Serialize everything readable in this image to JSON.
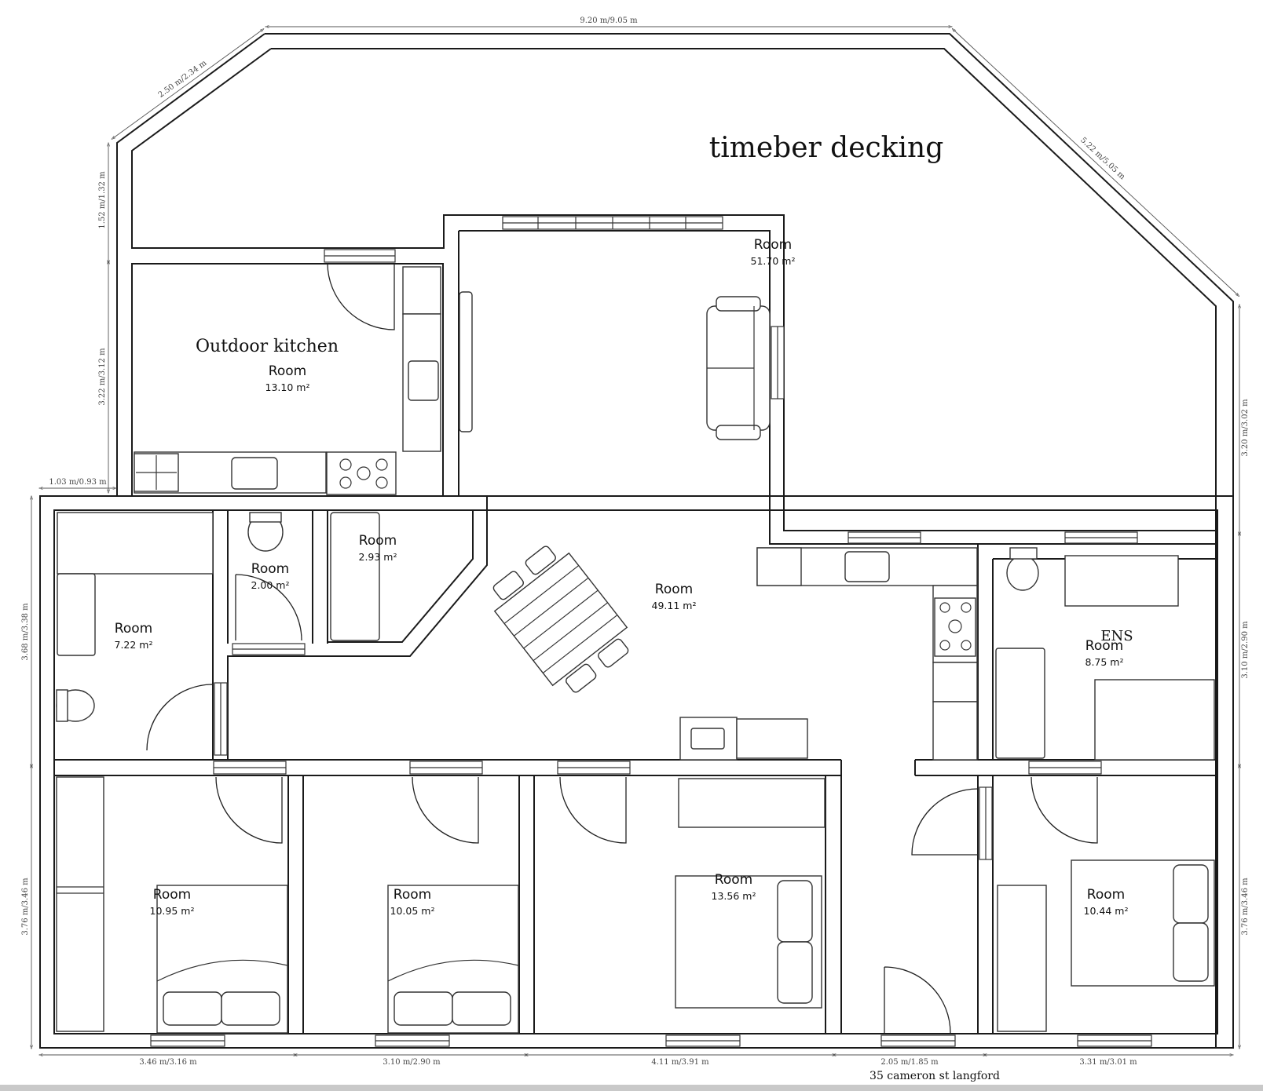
{
  "labels": {
    "decking": "timeber decking",
    "outdoor_kitchen": "Outdoor kitchen",
    "ens": "ENS",
    "address": "35 cameron st langford"
  },
  "rooms": [
    {
      "id": "living-top",
      "name": "Room",
      "area": "51.70 m²"
    },
    {
      "id": "outdoor-kitchen",
      "name": "Room",
      "area": "13.10 m²"
    },
    {
      "id": "laundry",
      "name": "Room",
      "area": "7.22 m²"
    },
    {
      "id": "wc",
      "name": "Room",
      "area": "2.00 m²"
    },
    {
      "id": "pantry",
      "name": "Room",
      "area": "2.93 m²"
    },
    {
      "id": "living-main",
      "name": "Room",
      "area": "49.11 m²"
    },
    {
      "id": "ensuite",
      "name": "Room",
      "area": "8.75 m²"
    },
    {
      "id": "bed-1",
      "name": "Room",
      "area": "10.95 m²"
    },
    {
      "id": "bed-2",
      "name": "Room",
      "area": "10.05 m²"
    },
    {
      "id": "bed-3",
      "name": "Room",
      "area": "13.56 m²"
    },
    {
      "id": "bed-4",
      "name": "Room",
      "area": "10.44 m²"
    }
  ],
  "dimensions": {
    "top": "9.20 m/9.05 m",
    "top_left_diag": "2.50 m/2.34 m",
    "top_right_diag": "5.22 m/5.05 m",
    "left_upper": "1.52 m/1.32 m",
    "left_mid": "3.22 m/3.12 m",
    "left_step": "1.03 m/0.93 m",
    "left_lower": "3.68 m/3.38 m",
    "left_bottom": "3.76 m/3.46 m",
    "right_upper": "3.20 m/3.02 m",
    "right_mid": "3.10 m/2.90 m",
    "right_bottom": "3.76 m/3.46 m",
    "bottom_1": "3.46 m/3.16 m",
    "bottom_2": "3.10 m/2.90 m",
    "bottom_3": "4.11 m/3.91 m",
    "bottom_4": "2.05 m/1.85 m",
    "bottom_5": "3.31 m/3.01 m"
  }
}
